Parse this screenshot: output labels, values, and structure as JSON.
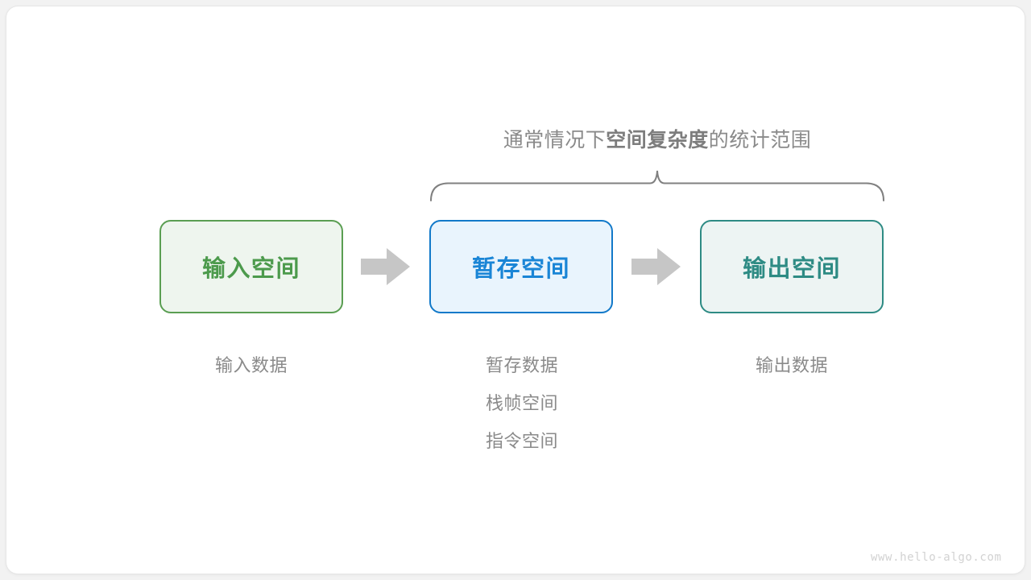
{
  "canvas": {
    "background": "#f2f2f2",
    "frame_background": "#ffffff"
  },
  "brace": {
    "caption_prefix": "通常情况下",
    "caption_emphasis": "空间复杂度",
    "caption_suffix": "的统计范围",
    "color": "#808080",
    "spans": [
      "暂存空间",
      "输出空间"
    ]
  },
  "flow": {
    "boxes": [
      {
        "id": "input",
        "label": "输入空间",
        "text_color": "#4c9a4c",
        "border_color": "#5a9e52",
        "fill_color": "#eef5ee"
      },
      {
        "id": "buffer",
        "label": "暂存空间",
        "text_color": "#1a85d6",
        "border_color": "#1279c9",
        "fill_color": "#e9f4fd"
      },
      {
        "id": "output",
        "label": "输出空间",
        "text_color": "#2e8b84",
        "border_color": "#2e8b84",
        "fill_color": "#edf4f3"
      }
    ],
    "arrows": [
      {
        "id": "arrow-1",
        "direction": "right",
        "color": "#c6c6c6"
      },
      {
        "id": "arrow-2",
        "direction": "right",
        "color": "#c6c6c6"
      }
    ]
  },
  "captions": {
    "color": "#8a8a8a",
    "input": {
      "lines": [
        "输入数据"
      ]
    },
    "buffer": {
      "lines": [
        "暂存数据",
        "栈帧空间",
        "指令空间"
      ]
    },
    "output": {
      "lines": [
        "输出数据"
      ]
    }
  },
  "watermark": {
    "text": "www.hello-algo.com",
    "color": "#d2d2d2"
  }
}
